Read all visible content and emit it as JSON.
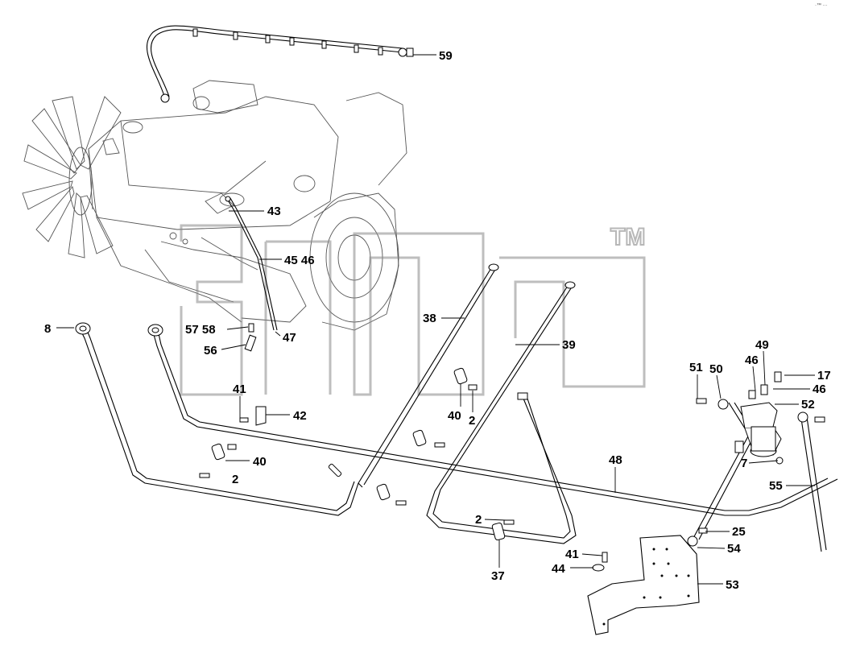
{
  "corner_mark": "·™ ···",
  "watermark": {
    "symbol": "TM",
    "colors": {
      "outline": "#888888"
    }
  },
  "colors": {
    "line": "#000000",
    "sketch": "#555555",
    "background": "#ffffff"
  },
  "part_labels": [
    {
      "id": "59",
      "text": "59"
    },
    {
      "id": "43",
      "text": "43"
    },
    {
      "id": "45-46",
      "text": "45 46"
    },
    {
      "id": "8",
      "text": "8"
    },
    {
      "id": "57-58",
      "text": "57 58"
    },
    {
      "id": "47",
      "text": "47"
    },
    {
      "id": "56",
      "text": "56"
    },
    {
      "id": "38",
      "text": "38"
    },
    {
      "id": "39",
      "text": "39"
    },
    {
      "id": "41a",
      "text": "41"
    },
    {
      "id": "42",
      "text": "42"
    },
    {
      "id": "40a",
      "text": "40"
    },
    {
      "id": "2a",
      "text": "2"
    },
    {
      "id": "40b",
      "text": "40"
    },
    {
      "id": "2b",
      "text": "2"
    },
    {
      "id": "48",
      "text": "48"
    },
    {
      "id": "51",
      "text": "51"
    },
    {
      "id": "50",
      "text": "50"
    },
    {
      "id": "46b",
      "text": "46"
    },
    {
      "id": "49",
      "text": "49"
    },
    {
      "id": "17",
      "text": "17"
    },
    {
      "id": "46c",
      "text": "46"
    },
    {
      "id": "52",
      "text": "52"
    },
    {
      "id": "7",
      "text": "7"
    },
    {
      "id": "55",
      "text": "55"
    },
    {
      "id": "2c",
      "text": "2"
    },
    {
      "id": "25",
      "text": "25"
    },
    {
      "id": "54",
      "text": "54"
    },
    {
      "id": "41b",
      "text": "41"
    },
    {
      "id": "44",
      "text": "44"
    },
    {
      "id": "37",
      "text": "37"
    },
    {
      "id": "53",
      "text": "53"
    }
  ]
}
